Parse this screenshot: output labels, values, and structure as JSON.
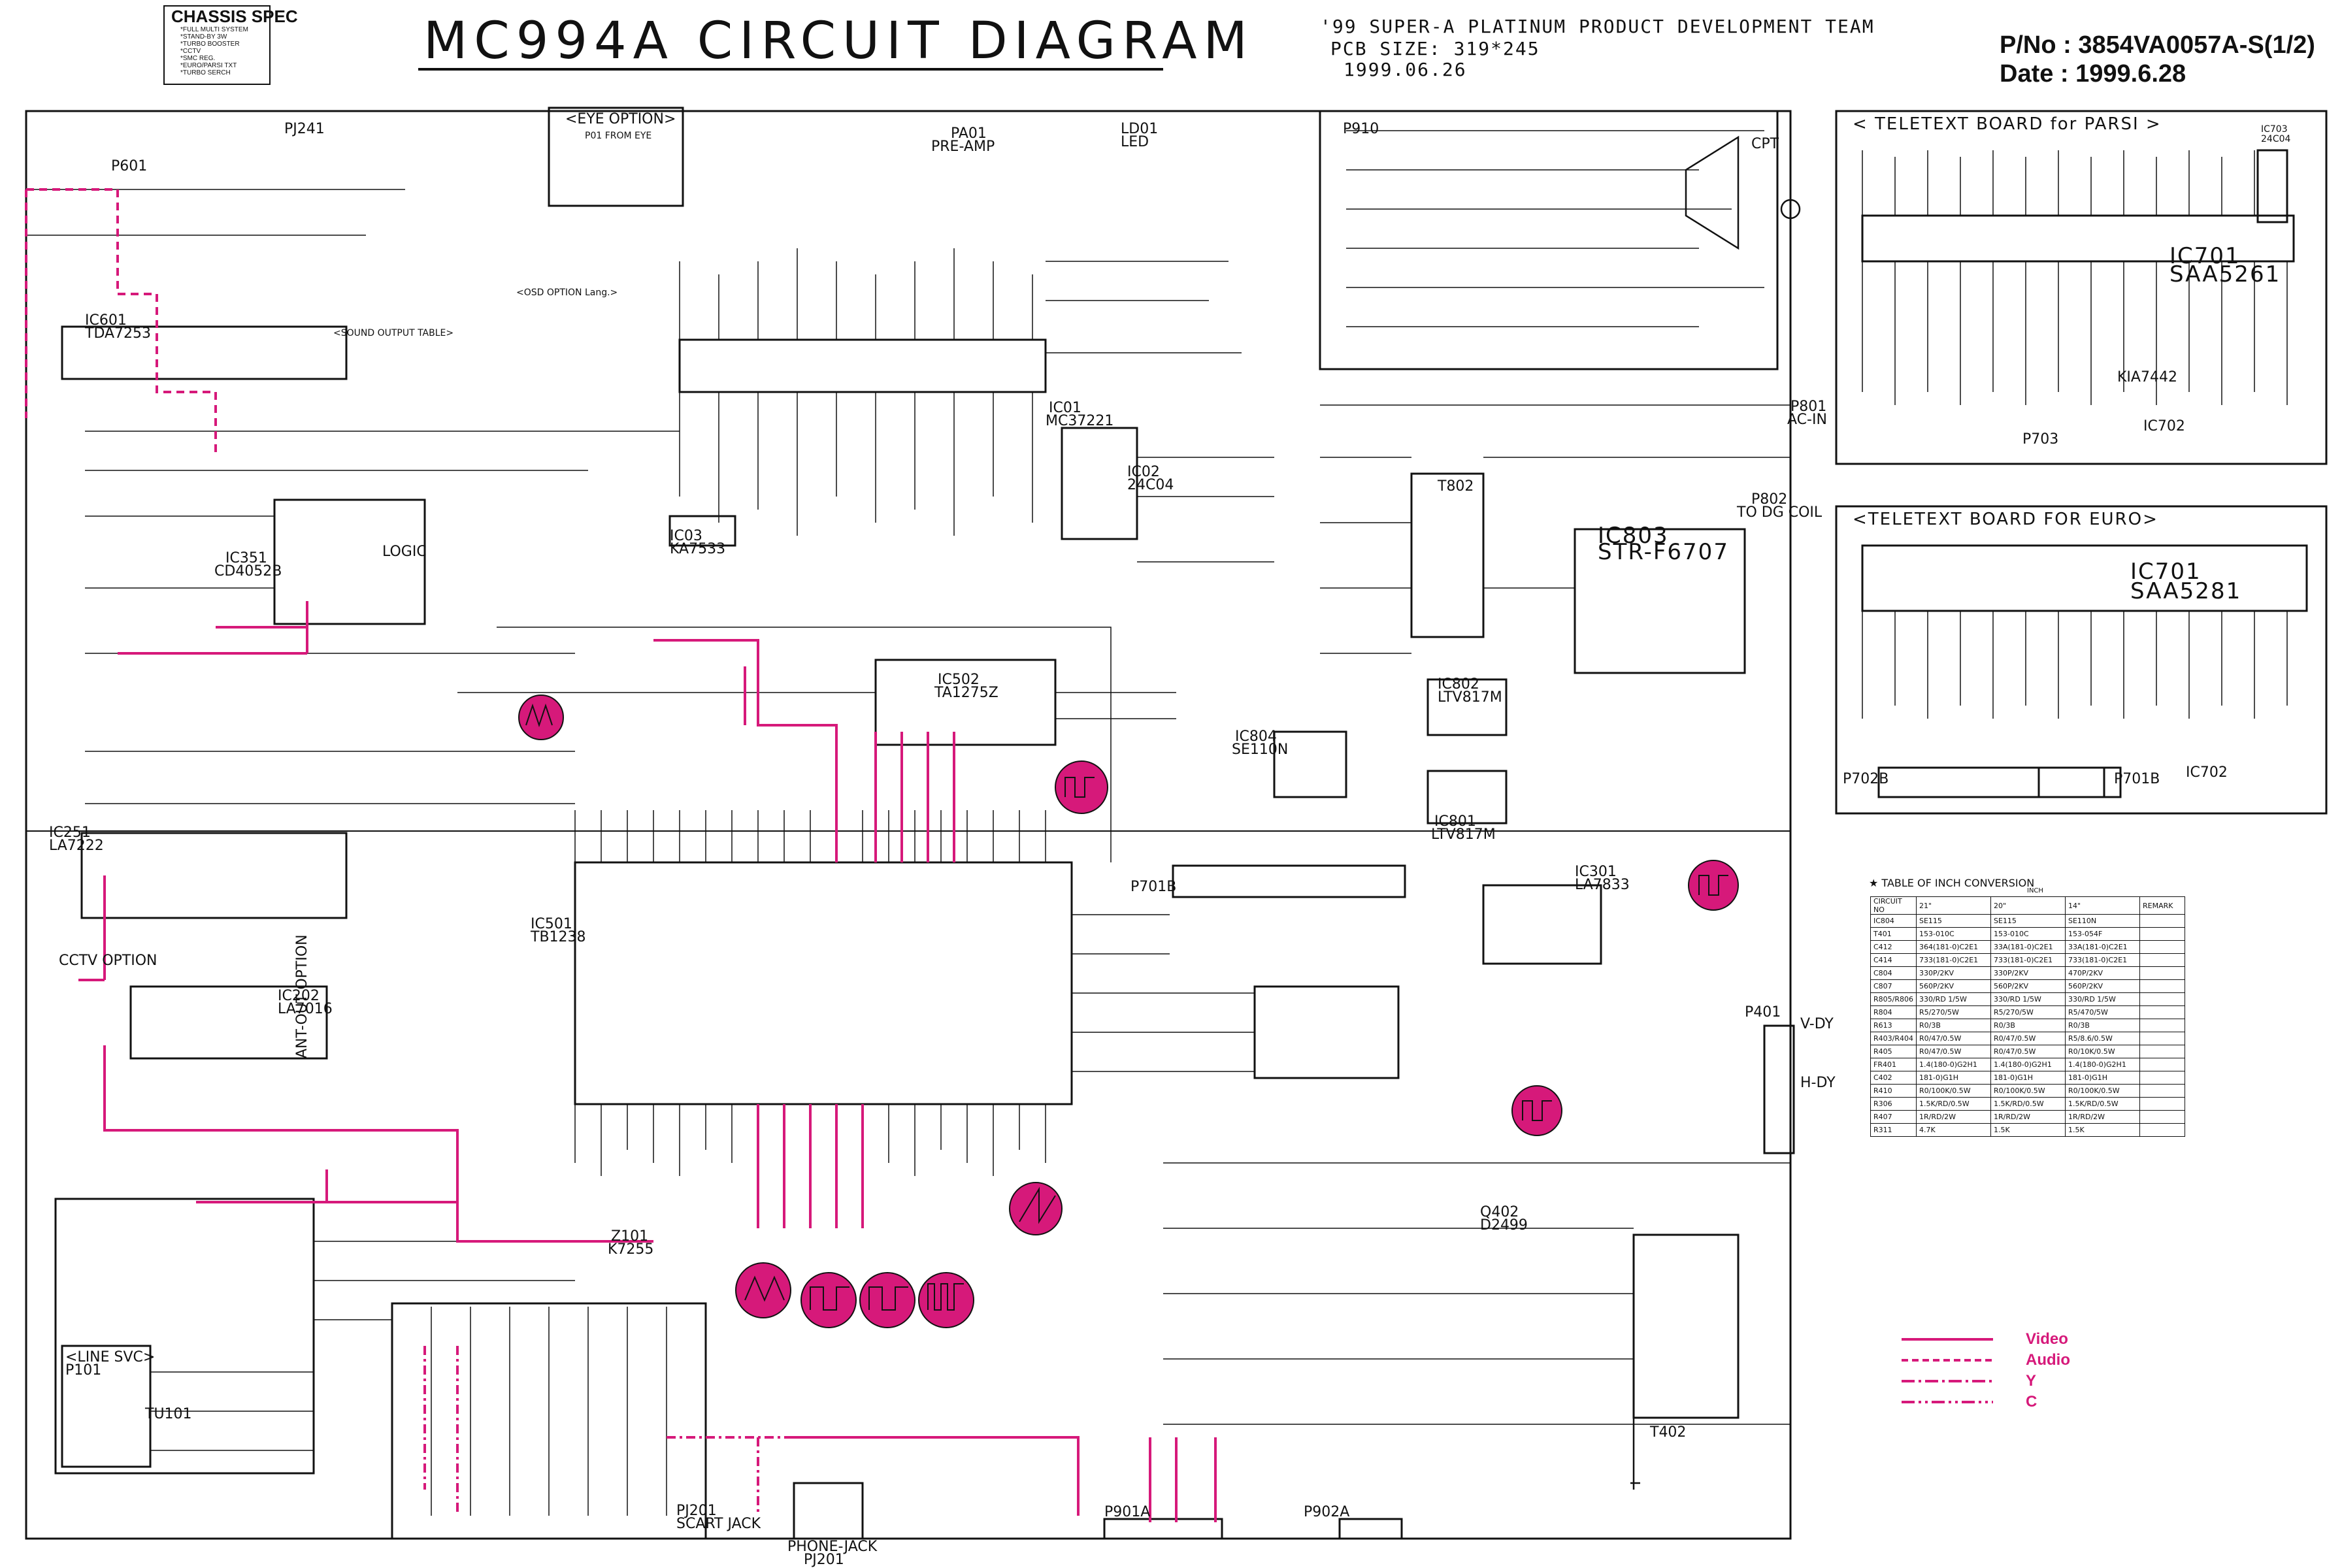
{
  "header": {
    "spec_title": "CHASSIS SPEC",
    "spec_items": [
      "*FULL MULTI SYSTEM",
      "*STAND-BY 3W",
      "*TURBO BOOSTER",
      "*CCTV",
      "*SMC REG.",
      "*EURO/PARSI TXT",
      "*TURBO SERCH"
    ],
    "title": "MC994A  CIRCUIT  DIAGRAM",
    "team": "'99 SUPER-A PLATINUM PRODUCT DEVELOPMENT TEAM",
    "pcb_size": "PCB SIZE: 319*245",
    "date_small": "1999.06.26",
    "part_no": "P/No : 3854VA0057A-S(1/2)",
    "date": "Date : 1999.6.28"
  },
  "blocks": {
    "eye_option": "<EYE OPTION>",
    "p01_from_eye": "P01 FROM EYE",
    "pa01": "PA01",
    "pre_amp": "PRE-AMP",
    "ld01": "LD01",
    "led": "LED",
    "p601": "P601",
    "pj241": "PJ241",
    "ic601": "IC601",
    "tda7253": "TDA7253",
    "ic351": "IC351",
    "cd4052b": "CD4052B",
    "logic": "LOGIC",
    "ic01": "IC01",
    "mc37221": "MC37221",
    "ic02": "IC02",
    "at24c04": "24C04",
    "ic03": "IC03",
    "ka7533": "KA7533",
    "ic502": "IC502",
    "ta1275z": "TA1275Z",
    "ic501": "IC501",
    "tb1238": "TB1238",
    "ic251": "IC251",
    "la7222": "LA7222",
    "ic202": "IC202",
    "la7016": "LA7016",
    "cctv_option": "CCTV OPTION",
    "ant_out_option": "ANT-OUT OPTION",
    "z101": "Z101",
    "k7255": "K7255",
    "line_svc": "<LINE SVC>",
    "p101": "P101",
    "tu101": "TU101",
    "pj201": "PJ201",
    "scart_jack": "SCART JACK",
    "phone_jack": "PHONE-JACK",
    "phone_pj201": "PJ201",
    "p701b": "P701B",
    "ic301": "IC301",
    "la7833": "LA7833",
    "p910": "P910",
    "cpt": "CPT",
    "p801": "P801",
    "ac_in": "AC-IN",
    "p802": "P802",
    "to_dg_coil": "TO DG COIL",
    "t802": "T802",
    "ic803": "IC803",
    "str_f6707": "STR-F6707",
    "ic804": "IC804",
    "se110n": "SE110N",
    "ic802": "IC802",
    "ltv817m": "LTV817M",
    "ic801": "IC801",
    "ltv817m_b": "LTV817M",
    "p401": "P401",
    "v_dy": "V-DY",
    "h_dy": "H-DY",
    "q402": "Q402",
    "d2499": "D2499",
    "t402": "T402",
    "p901a": "P901A",
    "p902a": "P902A",
    "teletext_parsi": "< TELETEXT BOARD for PARSI >",
    "ic701_parsi": "IC701",
    "saa5261": "SAA5261",
    "ic703": "IC703",
    "at24c04_b": "24C04",
    "kia7442": "KIA7442",
    "ic702": "IC702",
    "p703": "P703",
    "teletext_euro": "<TELETEXT BOARD FOR EURO>",
    "ic701_euro": "IC701",
    "saa5281": "SAA5281",
    "p702b": "P702B",
    "p701b_euro": "P701B",
    "ic702_euro": "IC702",
    "sound_output_table": "<SOUND OUTPUT TABLE>",
    "osd_option": "<OSD OPTION Lang.>"
  },
  "conversion_table": {
    "title": "★ TABLE OF INCH CONVERSION",
    "headers": [
      "CIRCUIT NO",
      "21\"",
      "20\"",
      "14\"",
      "REMARK"
    ],
    "inch_label": "INCH",
    "rows": [
      [
        "IC804",
        "SE115",
        "SE115",
        "SE110N",
        ""
      ],
      [
        "T401",
        "153-010C",
        "153-010C",
        "153-054F",
        ""
      ],
      [
        "C412",
        "364(181-0)C2E1",
        "33A(181-0)C2E1",
        "33A(181-0)C2E1",
        ""
      ],
      [
        "C414",
        "733(181-0)C2E1",
        "733(181-0)C2E1",
        "733(181-0)C2E1",
        ""
      ],
      [
        "C804",
        "330P/2KV",
        "330P/2KV",
        "470P/2KV",
        ""
      ],
      [
        "C807",
        "560P/2KV",
        "560P/2KV",
        "560P/2KV",
        ""
      ],
      [
        "R805/R806",
        "330/RD 1/5W",
        "330/RD 1/5W",
        "330/RD 1/5W",
        ""
      ],
      [
        "R804",
        "R5/270/5W",
        "R5/270/5W",
        "R5/470/5W",
        ""
      ],
      [
        "R613",
        "R0/3B",
        "R0/3B",
        "R0/3B",
        ""
      ],
      [
        "R403/R404",
        "R0/47/0.5W",
        "R0/47/0.5W",
        "R5/8.6/0.5W",
        ""
      ],
      [
        "R405",
        "R0/47/0.5W",
        "R0/47/0.5W",
        "R0/10K/0.5W",
        ""
      ],
      [
        "FR401",
        "1.4(180-0)G2H1",
        "1.4(180-0)G2H1",
        "1.4(180-0)G2H1",
        ""
      ],
      [
        "C402",
        "181-0)G1H",
        "181-0)G1H",
        "181-0)G1H",
        ""
      ],
      [
        "R410",
        "R0/100K/0.5W",
        "R0/100K/0.5W",
        "R0/100K/0.5W",
        ""
      ],
      [
        "R306",
        "1.5K/RD/0.5W",
        "1.5K/RD/0.5W",
        "1.5K/RD/0.5W",
        ""
      ],
      [
        "R407",
        "1R/RD/2W",
        "1R/RD/2W",
        "1R/RD/2W",
        ""
      ],
      [
        "R311",
        "4.7K",
        "1.5K",
        "1.5K",
        ""
      ]
    ]
  },
  "legend": [
    {
      "label": "Video",
      "color": "#d6197a",
      "style": "solid"
    },
    {
      "label": "Audio",
      "color": "#d6197a",
      "style": "dashed"
    },
    {
      "label": "Y",
      "color": "#d6197a",
      "style": "dashdot"
    },
    {
      "label": "C",
      "color": "#d6197a",
      "style": "dashdotdot"
    }
  ],
  "colors": {
    "ink": "#111111",
    "signal": "#d6197a"
  }
}
